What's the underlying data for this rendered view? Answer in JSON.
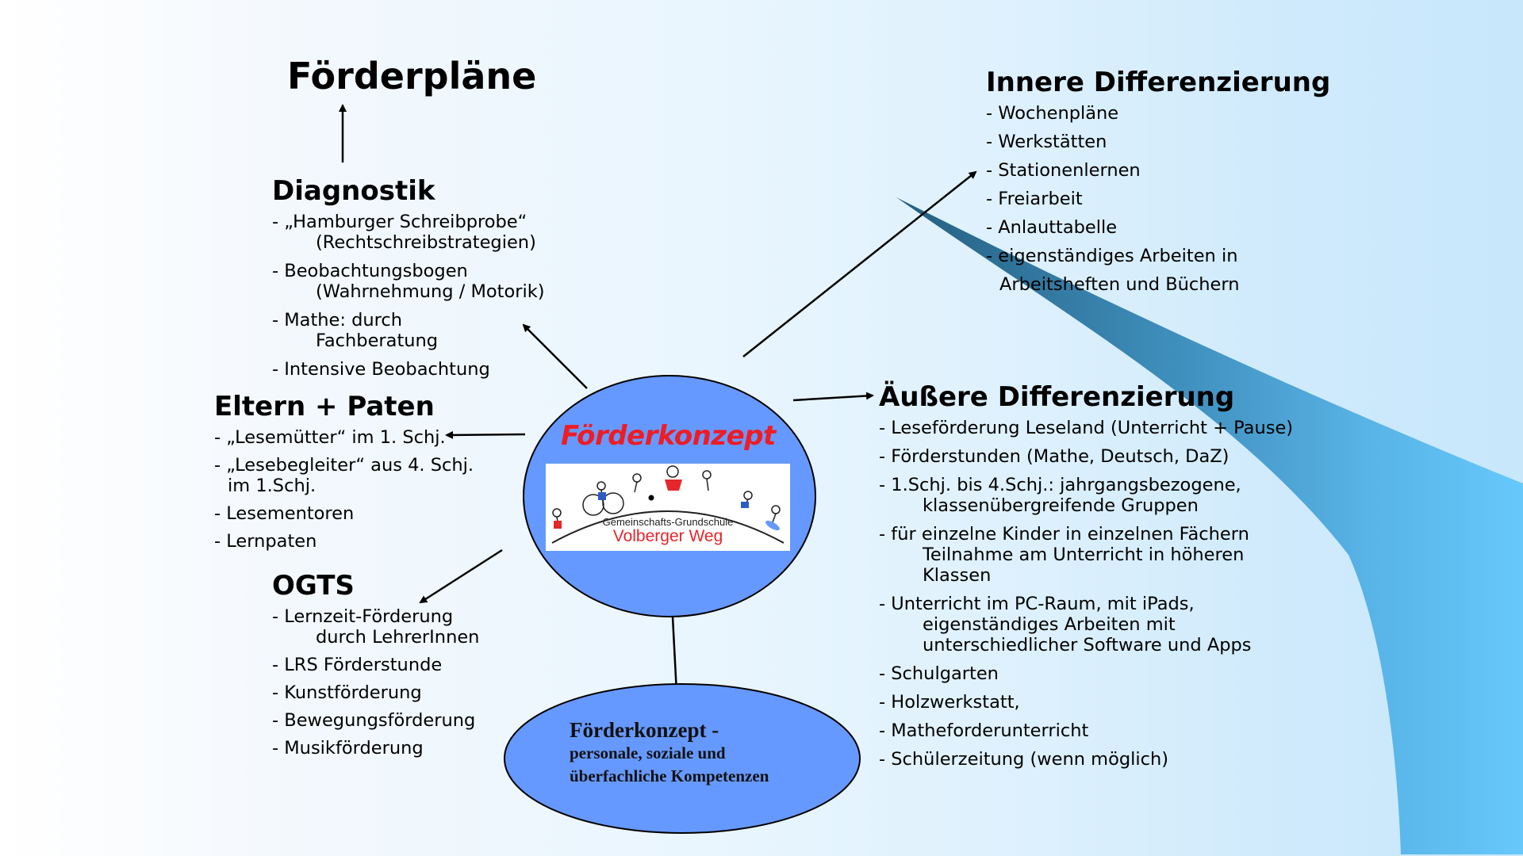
{
  "colors": {
    "ellipse_fill": "#6699ff",
    "center_title": "#ee1c25",
    "ribbon_dark": "#2d6e8e",
    "ribbon_light": "#63c6fa"
  },
  "center": {
    "title": "Förderkonzept",
    "logo": {
      "school_type": "Gemeinschafts-Grundschule",
      "school_name": "Volberger Weg"
    }
  },
  "bottom_ellipse": {
    "title": "Förderkonzept -",
    "subtitle_line1": "personale, soziale und",
    "subtitle_line2": "überfachliche Kompetenzen"
  },
  "foerderplaene": {
    "heading": "Förderpläne"
  },
  "diagnostik": {
    "heading": "Diagnostik",
    "items": [
      {
        "line1": "- „Hamburger Schreibprobe“",
        "line2": "(Rechtschreibstrategien)"
      },
      {
        "line1": "- Beobachtungsbogen",
        "line2": "(Wahrnehmung / Motorik)"
      },
      {
        "line1": "-        Mathe: durch",
        "line2": "Fachberatung"
      },
      {
        "line1": "- Intensive Beobachtung",
        "line2": ""
      }
    ]
  },
  "eltern": {
    "heading": "Eltern + Paten",
    "items": [
      {
        "line1": "- „Lesemütter“ im 1. Schj.",
        "line2": ""
      },
      {
        "line1": "- „Lesebegleiter“ aus 4. Schj.",
        "line2": "im 1.Schj."
      },
      {
        "line1": "-  Lesementoren",
        "line2": ""
      },
      {
        "line1": "-   Lernpaten",
        "line2": ""
      }
    ]
  },
  "ogts": {
    "heading": "OGTS",
    "items": [
      {
        "line1": "- Lernzeit-Förderung",
        "line2": "durch LehrerInnen"
      },
      {
        "line1": "- LRS Förderstunde",
        "line2": ""
      },
      {
        "line1": "- Kunstförderung",
        "line2": ""
      },
      {
        "line1": "- Bewegungsförderung",
        "line2": ""
      },
      {
        "line1": "- Musikförderung",
        "line2": ""
      }
    ]
  },
  "innere": {
    "heading": "Innere Differenzierung",
    "items": [
      {
        "line1": "- Wochenpläne",
        "line2": ""
      },
      {
        "line1": "- Werkstätten",
        "line2": ""
      },
      {
        "line1": "- Stationenlernen",
        "line2": ""
      },
      {
        "line1": "- Freiarbeit",
        "line2": ""
      },
      {
        "line1": "- Anlauttabelle",
        "line2": ""
      },
      {
        "line1": "- eigenständiges Arbeiten in",
        "line2": "Arbeitsheften und Büchern"
      }
    ]
  },
  "aeussere": {
    "heading": "Äußere Differenzierung",
    "items": [
      {
        "line1": "- Leseförderung Leseland (Unterricht + Pause)",
        "line2": "",
        "line3": ""
      },
      {
        "line1": "- Förderstunden (Mathe, Deutsch, DaZ)",
        "line2": "",
        "line3": ""
      },
      {
        "line1": "- 1.Schj. bis 4.Schj.: jahrgangsbezogene,",
        "line2": "klassenübergreifende Gruppen",
        "line3": ""
      },
      {
        "line1": "- für einzelne Kinder in einzelnen Fächern",
        "line2": "Teilnahme am Unterricht in höheren",
        "line3": "Klassen"
      },
      {
        "line1": " - Unterricht im PC-Raum, mit iPads,",
        "line2": "eigenständiges Arbeiten mit",
        "line3": "unterschiedlicher Software und Apps"
      },
      {
        "line1": "- Schulgarten",
        "line2": "",
        "line3": ""
      },
      {
        "line1": "- Holzwerkstatt,",
        "line2": "",
        "line3": ""
      },
      {
        "line1": "- Matheforderunterricht",
        "line2": "",
        "line3": ""
      },
      {
        "line1": "- Schülerzeitung (wenn möglich)",
        "line2": "",
        "line3": ""
      }
    ]
  }
}
